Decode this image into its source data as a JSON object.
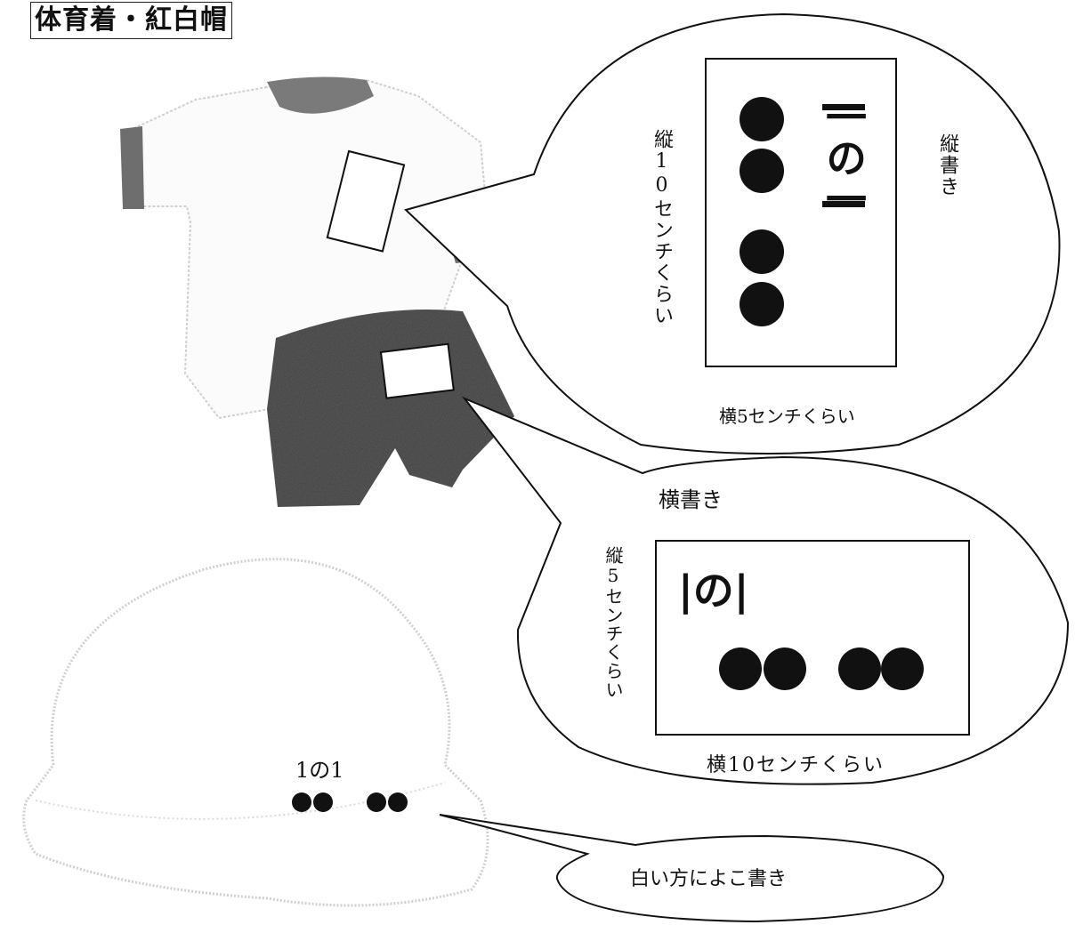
{
  "title": "体育着・紅白帽",
  "shirt_tag": {
    "orientation_label": "縦書き",
    "height_label": "縦10センチくらい",
    "width_label": "横5センチくらい",
    "class_text": "一の一"
  },
  "shorts_tag": {
    "orientation_label": "横書き",
    "height_label": "縦5センチくらい",
    "width_label": "横10センチくらい",
    "class_text": "|の|"
  },
  "hat": {
    "class_text": "1の1",
    "note": "白い方によこ書き"
  },
  "colors": {
    "line": "#111111",
    "shirt_trim": "#7a7a7a",
    "shorts": "#5a5a5a",
    "name_dot": "#111111"
  }
}
